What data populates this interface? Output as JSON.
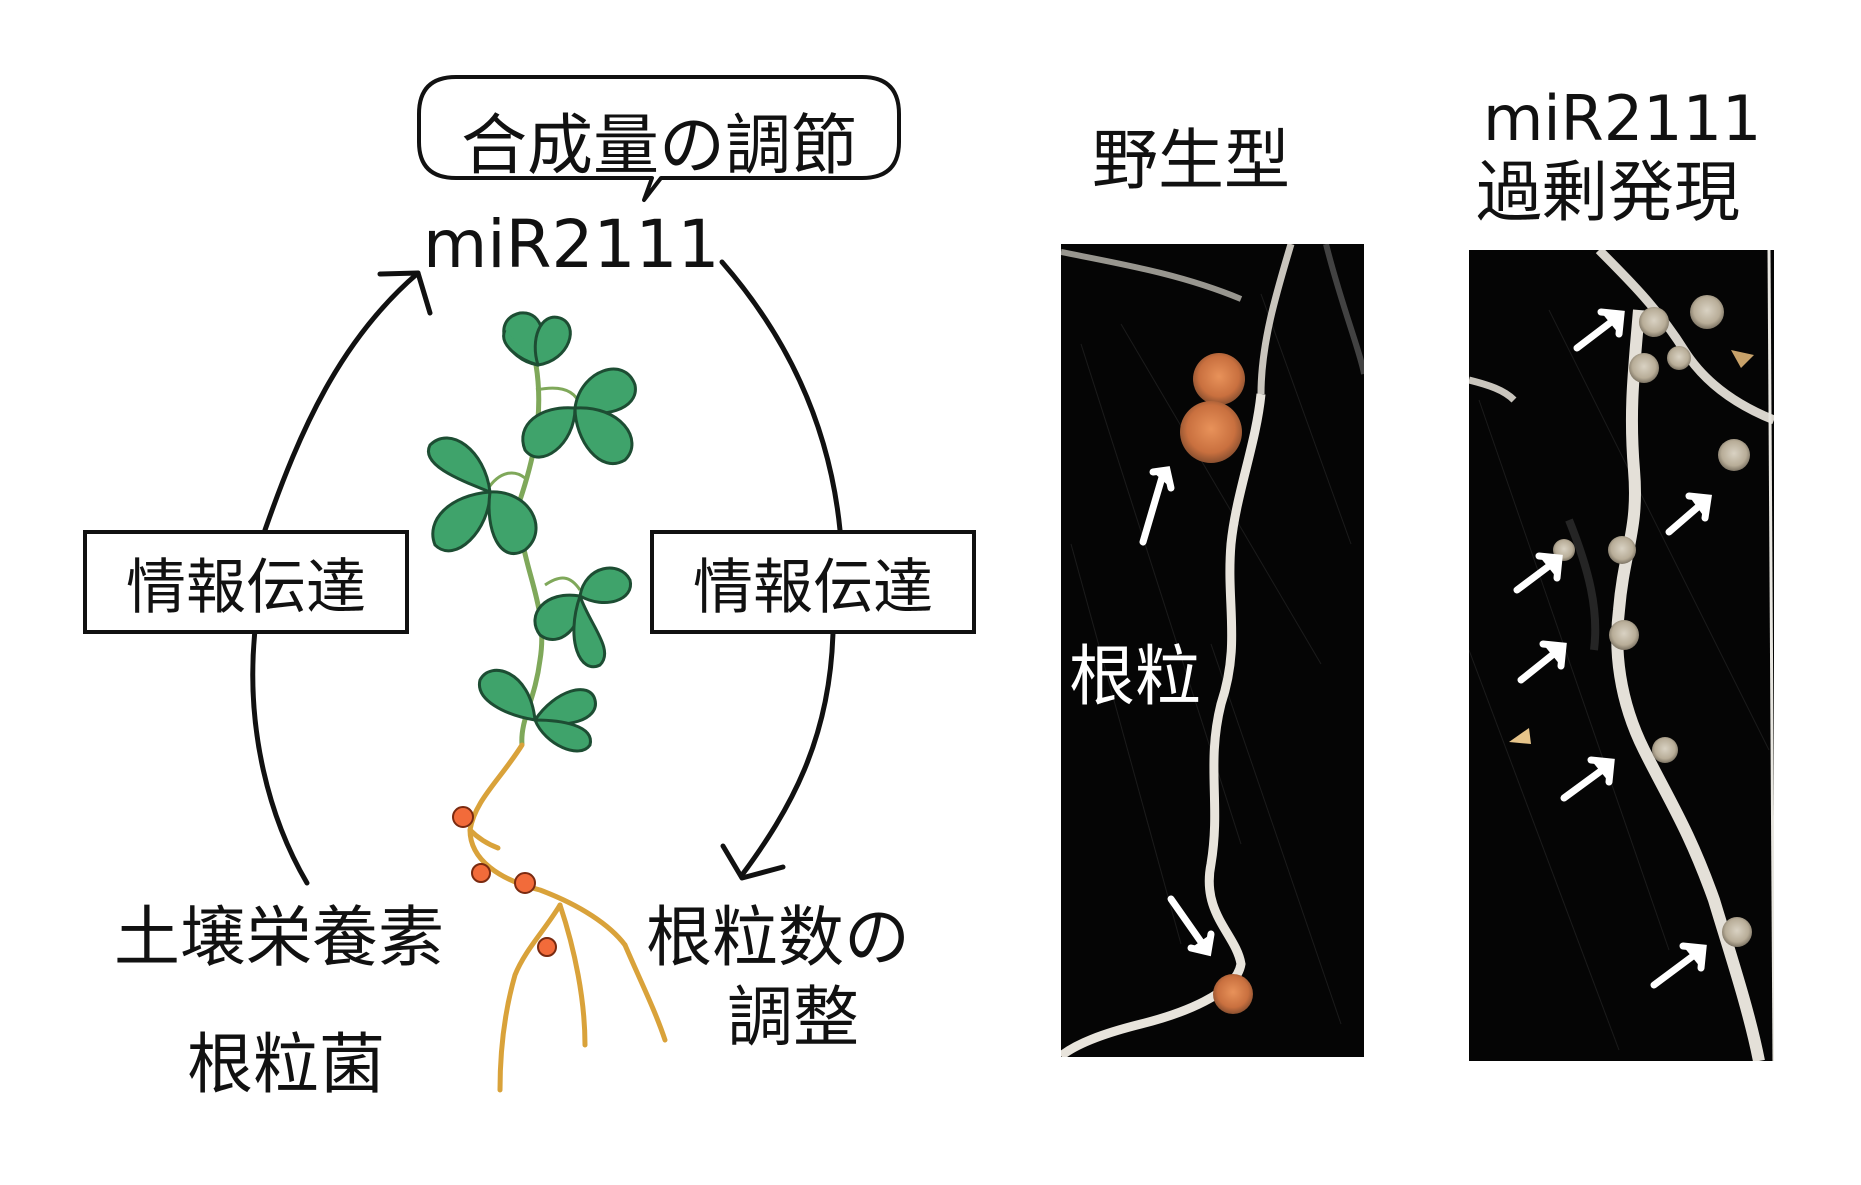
{
  "diagram": {
    "callout_label": "合成量の調節",
    "center_label": "miR2111",
    "left_box_label": "情報伝達",
    "right_box_label": "情報伝達",
    "bottom_left_label_1": "土壌栄養素",
    "bottom_left_label_2": "根粒菌",
    "bottom_right_label_line1": "根粒数の",
    "bottom_right_label_line2": "調整"
  },
  "photos": {
    "wild_type_title": "野生型",
    "overexpression_title_line1": "miR2111",
    "overexpression_title_line2": "過剰発現",
    "nodule_label": "根粒"
  },
  "colors": {
    "leaf": "#3fa36b",
    "stem_upper": "#7fa85a",
    "root": "#d9a23a",
    "nodule_dot": "#f26b3a",
    "photo_bg": "#050505",
    "root_photo": "#e8e4dc",
    "nodule_photo": "#e8925a"
  }
}
